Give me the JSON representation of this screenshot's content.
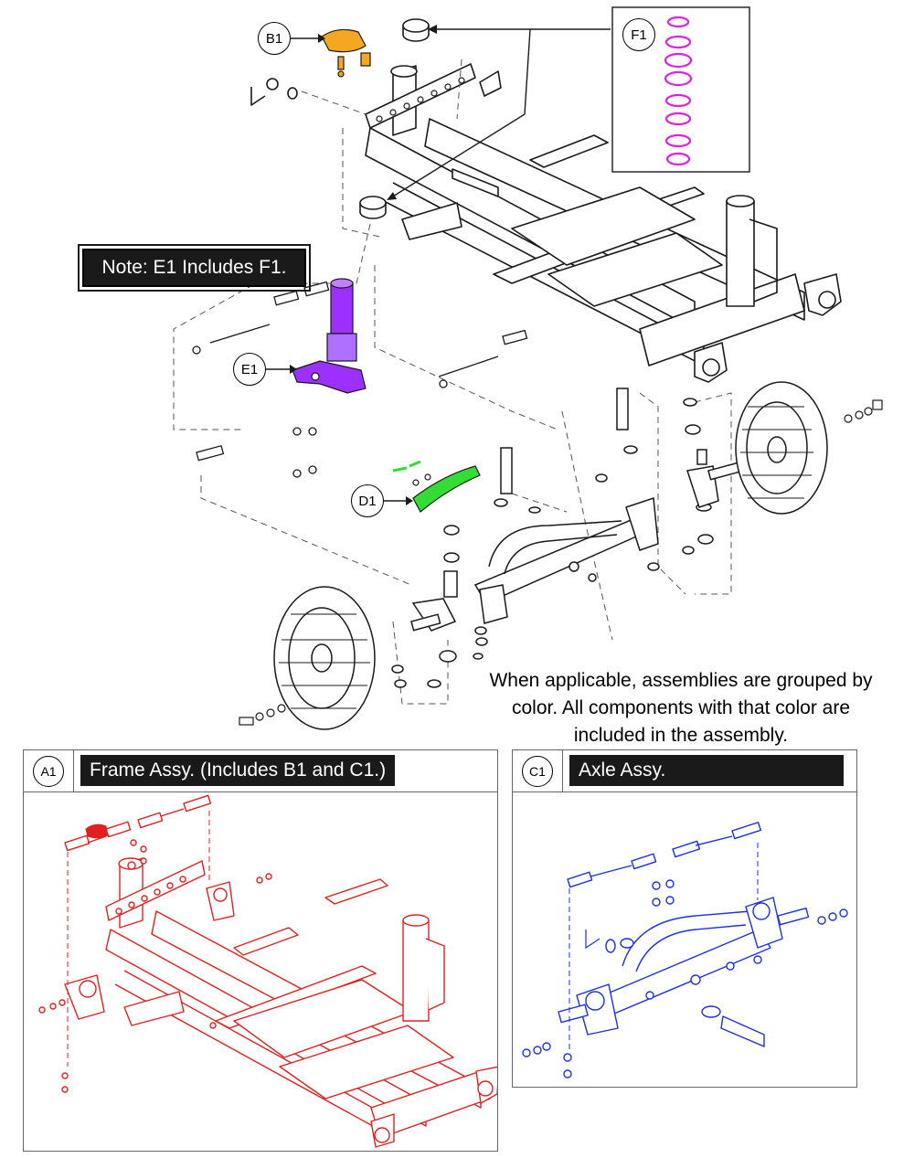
{
  "callouts": {
    "b1": "B1",
    "f1": "F1",
    "e1": "E1",
    "d1": "D1"
  },
  "note": "Note: E1 Includes F1.",
  "caption": "When applicable, assemblies are grouped by color. All components with that color are included in the assembly.",
  "panel_a": {
    "id": "A1",
    "title": "Frame Assy. (Includes B1 and C1.)"
  },
  "panel_c": {
    "id": "C1",
    "title": "Axle Assy."
  },
  "colors": {
    "line": "#1a1a1a",
    "b1_orange": "#f5a623",
    "f1_magenta": "#e020e0",
    "e1_purple": "#9b30ff",
    "d1_green": "#33dd33",
    "a1_red": "#e02020",
    "c1_blue": "#1f2fe0"
  }
}
